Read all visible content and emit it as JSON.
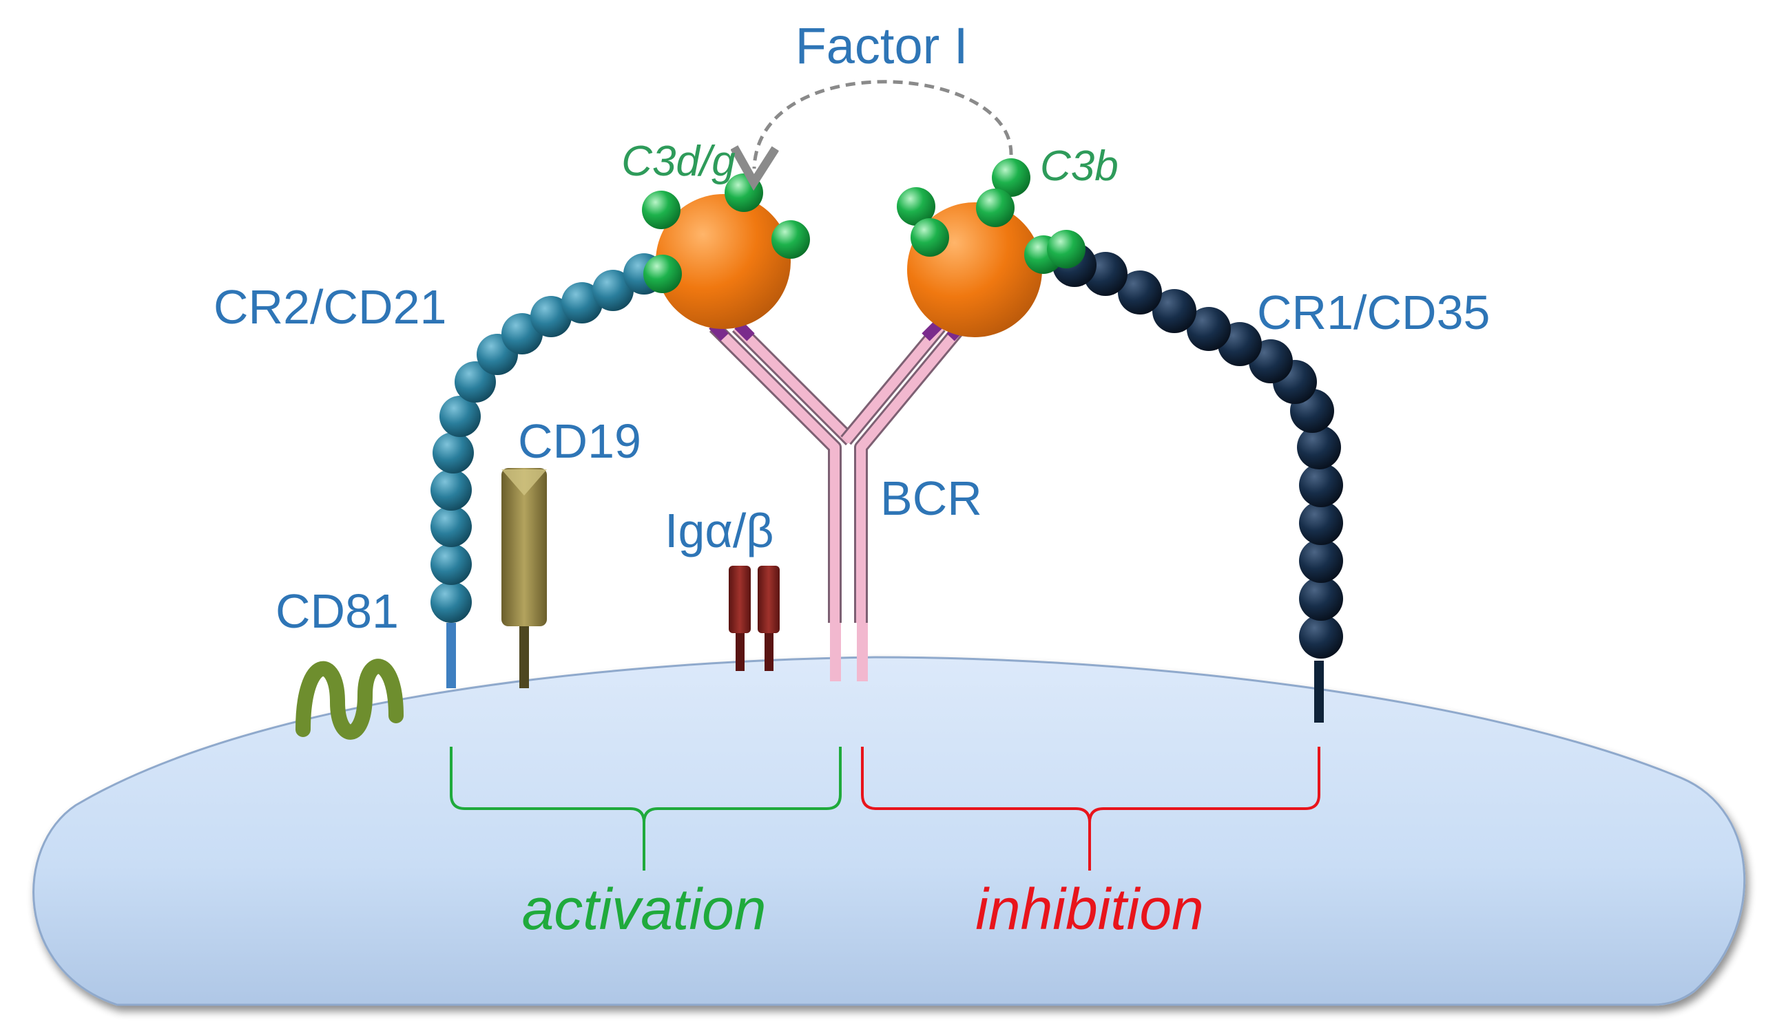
{
  "labels": {
    "factor_i": "Factor I",
    "c3dg": "C3d/g",
    "c3b": "C3b",
    "cr2": "CR2/CD21",
    "cr1": "CR1/CD35",
    "cd19": "CD19",
    "cd81": "CD81",
    "igab": "Igα/β",
    "bcr": "BCR",
    "activation": "activation",
    "inhibition": "inhibition"
  },
  "colors": {
    "label_blue": "#2E75B6",
    "c3_green_label": "#2E9B5A",
    "activation_green": "#1FAA3C",
    "inhibition_red": "#E8141B",
    "cell_fill": "#C9DDF5",
    "antigen_orange": "#F07810",
    "c3_fragment_green": "#17B34A",
    "cr2_teal": "#1F6F8E",
    "cr1_navy": "#0E2238",
    "cd19_olive": "#8C7D3E",
    "cd81_green": "#6E8E2E",
    "igab_brown": "#7A1F1C",
    "bcr_pink": "#F2B8CF",
    "bcr_purple": "#7A2B8C"
  },
  "icons": {
    "factor_i_arrow": "dashed-curved-arrow"
  }
}
